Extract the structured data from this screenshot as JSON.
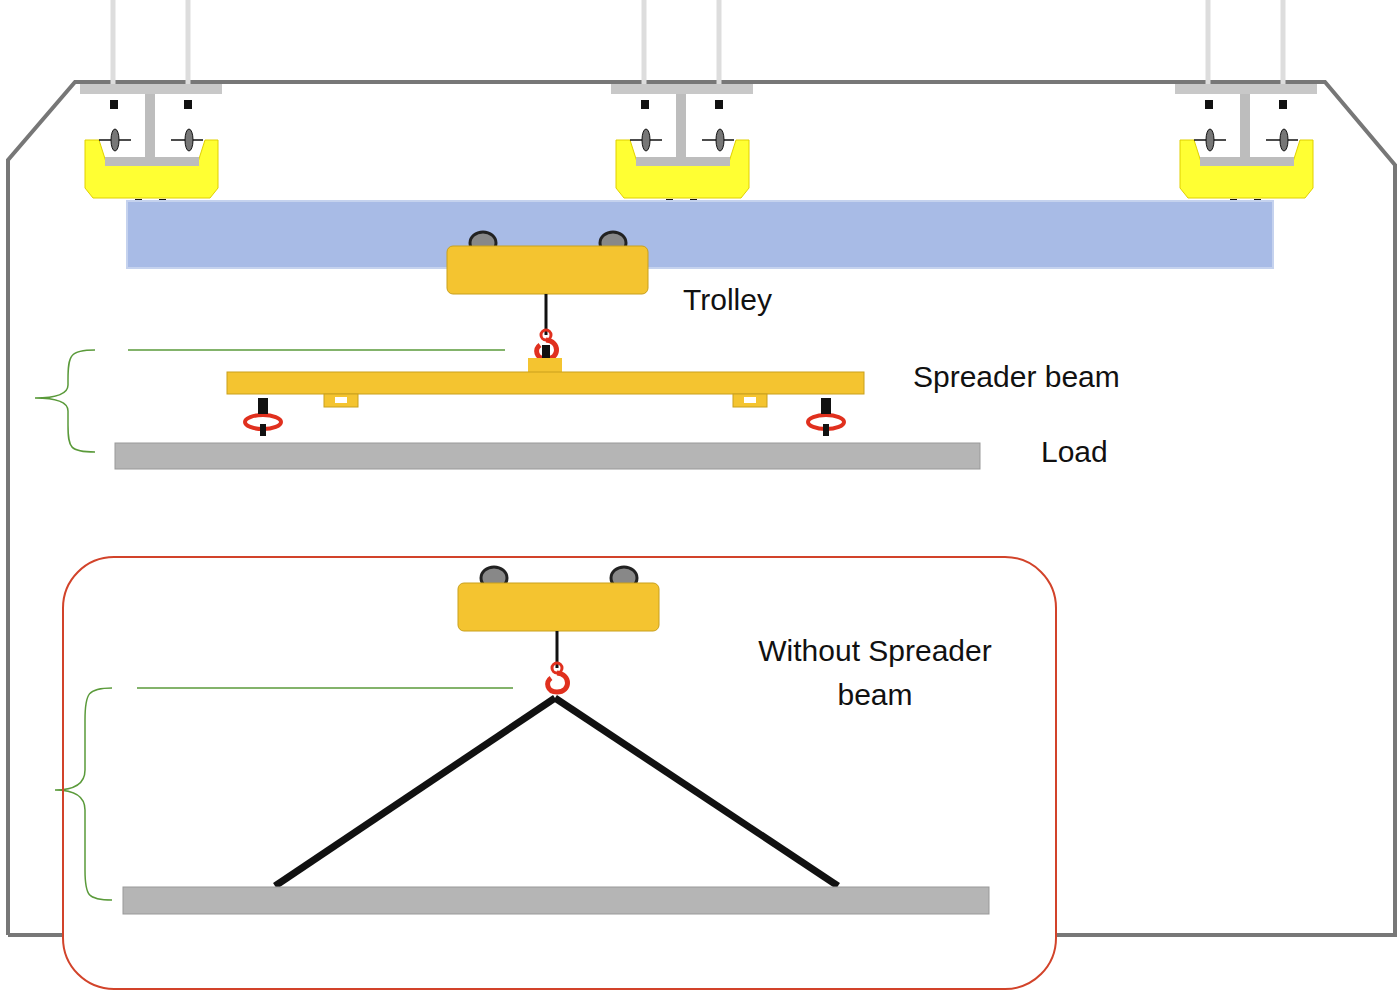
{
  "diagram": {
    "nodes": [
      {
        "text": [
          "Without Spreader beam"
        ]
      }
    ],
    "labels": [
      "Trolley",
      "Spreader beam",
      "Load"
    ]
  }
}
